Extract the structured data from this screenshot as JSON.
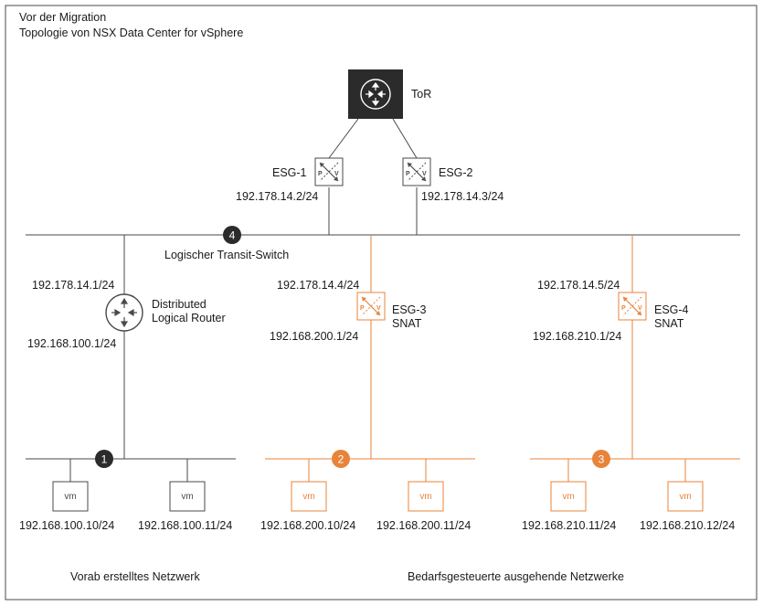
{
  "header": {
    "title": "Vor der Migration",
    "subtitle": "Topologie von NSX Data Center for vSphere"
  },
  "colors": {
    "dark": "#2b2b2b",
    "line": "#4a4a4a",
    "orange": "#e8833a",
    "background": "#ffffff"
  },
  "tor": {
    "label": "ToR"
  },
  "esg1": {
    "label": "ESG-1",
    "ip": "192.178.14.2/24"
  },
  "esg2": {
    "label": "ESG-2",
    "ip": "192.178.14.3/24"
  },
  "transit": {
    "marker": "4",
    "label": "Logischer Transit-Switch"
  },
  "dlr": {
    "label": "Distributed\nLogical Router",
    "ip_upper": "192.178.14.1/24",
    "ip_lower": "192.168.100.1/24"
  },
  "esg3": {
    "label": "ESG-3\nSNAT",
    "ip_upper": "192.178.14.4/24",
    "ip_lower": "192.168.200.1/24"
  },
  "esg4": {
    "label": "ESG-4\nSNAT",
    "ip_upper": "192.178.14.5/24",
    "ip_lower": "192.168.210.1/24"
  },
  "router_letters": {
    "p": "P",
    "v": "V"
  },
  "segments": [
    {
      "marker": "1",
      "vm_label": "vm",
      "vms": [
        "192.168.100.10/24",
        "192.168.100.11/24"
      ]
    },
    {
      "marker": "2",
      "vm_label": "vm",
      "vms": [
        "192.168.200.10/24",
        "192.168.200.11/24"
      ]
    },
    {
      "marker": "3",
      "vm_label": "vm",
      "vms": [
        "192.168.210.11/24",
        "192.168.210.12/24"
      ]
    }
  ],
  "captions": {
    "left": "Vorab erstelltes Netzwerk",
    "right": "Bedarfsgesteuerte ausgehende Netzwerke"
  }
}
